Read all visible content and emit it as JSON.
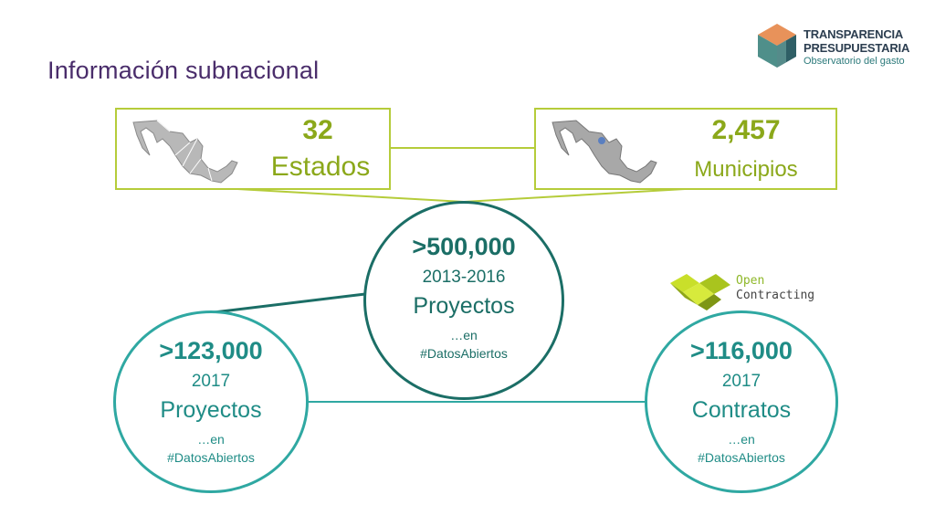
{
  "title": "Información subnacional",
  "logo": {
    "line1": "TRANSPARENCIA",
    "line2": "PRESUPUESTARIA",
    "line3": "Observatorio del gasto"
  },
  "estados": {
    "number": "32",
    "label": "Estados"
  },
  "municipios": {
    "number": "2,457",
    "label": "Municipios"
  },
  "circles": {
    "top": {
      "number": ">500,000",
      "years": "2013-2016",
      "label": "Proyectos",
      "en": "…en",
      "tag": "#DatosAbiertos"
    },
    "left": {
      "number": ">123,000",
      "years": "2017",
      "label": "Proyectos",
      "en": "…en",
      "tag": "#DatosAbiertos"
    },
    "right": {
      "number": ">116,000",
      "years": "2017",
      "label": "Contratos",
      "en": "…en",
      "tag": "#DatosAbiertos"
    }
  },
  "open_contracting": {
    "line1": "Open",
    "line2": "Contracting"
  },
  "colors": {
    "title": "#4a2d6b",
    "lime": "#b5cc3a",
    "dark_teal": "#1b6e66",
    "teal": "#2fa8a2"
  }
}
